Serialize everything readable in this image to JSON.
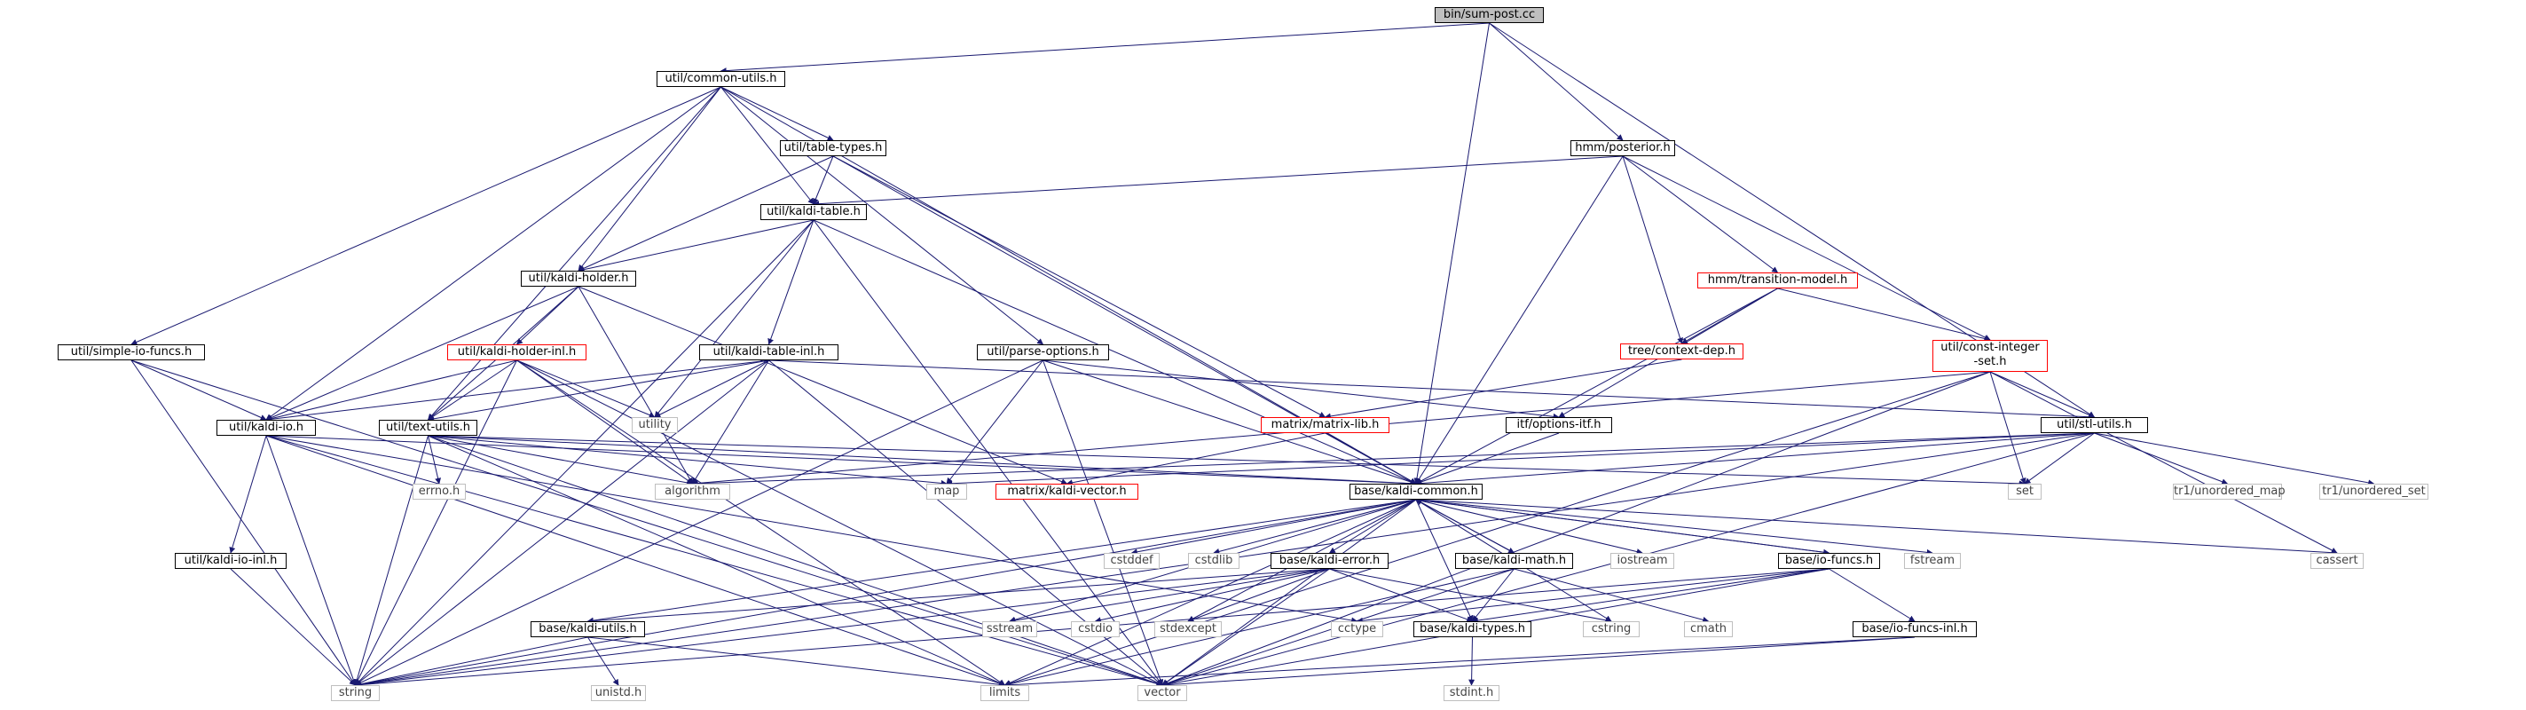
{
  "colors": {
    "edge": "#191970",
    "root_fill": "#bfbfbf",
    "warn_border": "#ff0000",
    "sys_border": "#bfbfbf"
  },
  "nodes": [
    {
      "id": "sum",
      "label": "bin/sum-post.cc",
      "kind": "root"
    },
    {
      "id": "common_utils",
      "label": "util/common-utils.h",
      "kind": "normal"
    },
    {
      "id": "posterior",
      "label": "hmm/posterior.h",
      "kind": "normal"
    },
    {
      "id": "table_types",
      "label": "util/table-types.h",
      "kind": "normal"
    },
    {
      "id": "kaldi_table",
      "label": "util/kaldi-table.h",
      "kind": "normal"
    },
    {
      "id": "kaldi_holder",
      "label": "util/kaldi-holder.h",
      "kind": "normal"
    },
    {
      "id": "transition_model",
      "label": "hmm/transition-model.h",
      "kind": "warn"
    },
    {
      "id": "context_dep",
      "label": "tree/context-dep.h",
      "kind": "warn"
    },
    {
      "id": "const_int_set",
      "label": "util/const-integer\n-set.h",
      "kind": "warn"
    },
    {
      "id": "simple_io",
      "label": "util/simple-io-funcs.h",
      "kind": "normal"
    },
    {
      "id": "holder_inl",
      "label": "util/kaldi-holder-inl.h",
      "kind": "warn"
    },
    {
      "id": "table_inl",
      "label": "util/kaldi-table-inl.h",
      "kind": "normal"
    },
    {
      "id": "parse_options",
      "label": "util/parse-options.h",
      "kind": "normal"
    },
    {
      "id": "matrix_lib",
      "label": "matrix/matrix-lib.h",
      "kind": "warn"
    },
    {
      "id": "options_itf",
      "label": "itf/options-itf.h",
      "kind": "normal"
    },
    {
      "id": "stl_utils",
      "label": "util/stl-utils.h",
      "kind": "normal"
    },
    {
      "id": "kaldi_io",
      "label": "util/kaldi-io.h",
      "kind": "normal"
    },
    {
      "id": "text_utils",
      "label": "util/text-utils.h",
      "kind": "normal"
    },
    {
      "id": "utility",
      "label": "utility",
      "kind": "sys"
    },
    {
      "id": "algorithm",
      "label": "algorithm",
      "kind": "sys"
    },
    {
      "id": "errno",
      "label": "errno.h",
      "kind": "sys"
    },
    {
      "id": "map",
      "label": "map",
      "kind": "sys"
    },
    {
      "id": "kaldi_vector",
      "label": "matrix/kaldi-vector.h",
      "kind": "warn"
    },
    {
      "id": "kaldi_common",
      "label": "base/kaldi-common.h",
      "kind": "normal"
    },
    {
      "id": "set",
      "label": "set",
      "kind": "sys"
    },
    {
      "id": "unordered_map",
      "label": "tr1/unordered_map",
      "kind": "sys"
    },
    {
      "id": "unordered_set",
      "label": "tr1/unordered_set",
      "kind": "sys"
    },
    {
      "id": "io_inl",
      "label": "util/kaldi-io-inl.h",
      "kind": "normal"
    },
    {
      "id": "cstddef",
      "label": "cstddef",
      "kind": "sys"
    },
    {
      "id": "cstdlib",
      "label": "cstdlib",
      "kind": "sys"
    },
    {
      "id": "kaldi_error",
      "label": "base/kaldi-error.h",
      "kind": "normal"
    },
    {
      "id": "kaldi_math",
      "label": "base/kaldi-math.h",
      "kind": "normal"
    },
    {
      "id": "iostream",
      "label": "iostream",
      "kind": "sys"
    },
    {
      "id": "io_funcs",
      "label": "base/io-funcs.h",
      "kind": "normal"
    },
    {
      "id": "fstream",
      "label": "fstream",
      "kind": "sys"
    },
    {
      "id": "cassert",
      "label": "cassert",
      "kind": "sys"
    },
    {
      "id": "sstream",
      "label": "sstream",
      "kind": "sys"
    },
    {
      "id": "cstdio",
      "label": "cstdio",
      "kind": "sys"
    },
    {
      "id": "stdexcept",
      "label": "stdexcept",
      "kind": "sys"
    },
    {
      "id": "cctype",
      "label": "cctype",
      "kind": "sys"
    },
    {
      "id": "cstring",
      "label": "cstring",
      "kind": "sys"
    },
    {
      "id": "cmath",
      "label": "cmath",
      "kind": "sys"
    },
    {
      "id": "kaldi_utils",
      "label": "base/kaldi-utils.h",
      "kind": "normal"
    },
    {
      "id": "kaldi_types",
      "label": "base/kaldi-types.h",
      "kind": "normal"
    },
    {
      "id": "io_funcs_inl",
      "label": "base/io-funcs-inl.h",
      "kind": "normal"
    },
    {
      "id": "string",
      "label": "string",
      "kind": "sys"
    },
    {
      "id": "unistd",
      "label": "unistd.h",
      "kind": "sys"
    },
    {
      "id": "limits",
      "label": "limits",
      "kind": "sys"
    },
    {
      "id": "vector",
      "label": "vector",
      "kind": "sys"
    },
    {
      "id": "stdint",
      "label": "stdint.h",
      "kind": "sys"
    }
  ],
  "edges": [
    [
      "sum",
      "common_utils"
    ],
    [
      "sum",
      "posterior"
    ],
    [
      "sum",
      "stl_utils"
    ],
    [
      "sum",
      "kaldi_common"
    ],
    [
      "common_utils",
      "table_types"
    ],
    [
      "common_utils",
      "kaldi_table"
    ],
    [
      "common_utils",
      "kaldi_holder"
    ],
    [
      "common_utils",
      "simple_io"
    ],
    [
      "common_utils",
      "parse_options"
    ],
    [
      "common_utils",
      "kaldi_io"
    ],
    [
      "common_utils",
      "text_utils"
    ],
    [
      "common_utils",
      "kaldi_common"
    ],
    [
      "posterior",
      "kaldi_table"
    ],
    [
      "posterior",
      "transition_model"
    ],
    [
      "posterior",
      "context_dep"
    ],
    [
      "posterior",
      "const_int_set"
    ],
    [
      "posterior",
      "kaldi_common"
    ],
    [
      "table_types",
      "kaldi_table"
    ],
    [
      "table_types",
      "kaldi_holder"
    ],
    [
      "table_types",
      "matrix_lib"
    ],
    [
      "table_types",
      "kaldi_common"
    ],
    [
      "kaldi_table",
      "kaldi_holder"
    ],
    [
      "kaldi_table",
      "table_inl"
    ],
    [
      "kaldi_table",
      "utility"
    ],
    [
      "kaldi_table",
      "kaldi_common"
    ],
    [
      "kaldi_table",
      "string"
    ],
    [
      "kaldi_table",
      "vector"
    ],
    [
      "kaldi_holder",
      "holder_inl"
    ],
    [
      "kaldi_holder",
      "kaldi_io"
    ],
    [
      "kaldi_holder",
      "text_utils"
    ],
    [
      "kaldi_holder",
      "algorithm"
    ],
    [
      "kaldi_holder",
      "kaldi_vector"
    ],
    [
      "transition_model",
      "context_dep"
    ],
    [
      "transition_model",
      "const_int_set"
    ],
    [
      "transition_model",
      "options_itf"
    ],
    [
      "transition_model",
      "kaldi_common"
    ],
    [
      "context_dep",
      "matrix_lib"
    ],
    [
      "const_int_set",
      "stl_utils"
    ],
    [
      "const_int_set",
      "set"
    ],
    [
      "const_int_set",
      "vector"
    ],
    [
      "const_int_set",
      "cassert"
    ],
    [
      "const_int_set",
      "limits"
    ],
    [
      "const_int_set",
      "algorithm"
    ],
    [
      "simple_io",
      "kaldi_io"
    ],
    [
      "simple_io",
      "string"
    ],
    [
      "simple_io",
      "vector"
    ],
    [
      "holder_inl",
      "kaldi_io"
    ],
    [
      "holder_inl",
      "text_utils"
    ],
    [
      "holder_inl",
      "utility"
    ],
    [
      "holder_inl",
      "algorithm"
    ],
    [
      "holder_inl",
      "string"
    ],
    [
      "holder_inl",
      "vector"
    ],
    [
      "holder_inl",
      "limits"
    ],
    [
      "table_inl",
      "kaldi_io"
    ],
    [
      "table_inl",
      "text_utils"
    ],
    [
      "table_inl",
      "utility"
    ],
    [
      "table_inl",
      "algorithm"
    ],
    [
      "table_inl",
      "stl_utils"
    ],
    [
      "table_inl",
      "string"
    ],
    [
      "table_inl",
      "vector"
    ],
    [
      "parse_options",
      "map"
    ],
    [
      "parse_options",
      "options_itf"
    ],
    [
      "parse_options",
      "kaldi_common"
    ],
    [
      "parse_options",
      "string"
    ],
    [
      "parse_options",
      "vector"
    ],
    [
      "matrix_lib",
      "kaldi_vector"
    ],
    [
      "matrix_lib",
      "kaldi_common"
    ],
    [
      "options_itf",
      "kaldi_common"
    ],
    [
      "stl_utils",
      "algorithm"
    ],
    [
      "stl_utils",
      "map"
    ],
    [
      "stl_utils",
      "set"
    ],
    [
      "stl_utils",
      "unordered_map"
    ],
    [
      "stl_utils",
      "unordered_set"
    ],
    [
      "stl_utils",
      "string"
    ],
    [
      "stl_utils",
      "vector"
    ],
    [
      "stl_utils",
      "kaldi_common"
    ],
    [
      "kaldi_io",
      "io_inl"
    ],
    [
      "kaldi_io",
      "kaldi_common"
    ],
    [
      "kaldi_io",
      "string"
    ],
    [
      "kaldi_io",
      "vector"
    ],
    [
      "kaldi_io",
      "cctype"
    ],
    [
      "kaldi_io",
      "limits"
    ],
    [
      "text_utils",
      "algorithm"
    ],
    [
      "text_utils",
      "map"
    ],
    [
      "text_utils",
      "set"
    ],
    [
      "text_utils",
      "errno"
    ],
    [
      "text_utils",
      "kaldi_common"
    ],
    [
      "text_utils",
      "string"
    ],
    [
      "text_utils",
      "vector"
    ],
    [
      "text_utils",
      "limits"
    ],
    [
      "io_inl",
      "string"
    ],
    [
      "kaldi_common",
      "cstddef"
    ],
    [
      "kaldi_common",
      "cstdlib"
    ],
    [
      "kaldi_common",
      "kaldi_error"
    ],
    [
      "kaldi_common",
      "kaldi_math"
    ],
    [
      "kaldi_common",
      "iostream"
    ],
    [
      "kaldi_common",
      "io_funcs"
    ],
    [
      "kaldi_common",
      "fstream"
    ],
    [
      "kaldi_common",
      "cassert"
    ],
    [
      "kaldi_common",
      "sstream"
    ],
    [
      "kaldi_common",
      "stdexcept"
    ],
    [
      "kaldi_common",
      "cstring"
    ],
    [
      "kaldi_common",
      "kaldi_utils"
    ],
    [
      "kaldi_common",
      "kaldi_types"
    ],
    [
      "kaldi_common",
      "string"
    ],
    [
      "kaldi_common",
      "vector"
    ],
    [
      "kaldi_common",
      "limits"
    ],
    [
      "kaldi_error",
      "kaldi_types"
    ],
    [
      "kaldi_error",
      "kaldi_utils"
    ],
    [
      "kaldi_error",
      "sstream"
    ],
    [
      "kaldi_error",
      "cstdio"
    ],
    [
      "kaldi_error",
      "stdexcept"
    ],
    [
      "kaldi_error",
      "cstring"
    ],
    [
      "kaldi_error",
      "string"
    ],
    [
      "kaldi_error",
      "vector"
    ],
    [
      "kaldi_math",
      "kaldi_common"
    ],
    [
      "kaldi_math",
      "kaldi_types"
    ],
    [
      "kaldi_math",
      "cmath"
    ],
    [
      "kaldi_math",
      "limits"
    ],
    [
      "kaldi_math",
      "vector"
    ],
    [
      "io_funcs",
      "kaldi_common"
    ],
    [
      "io_funcs",
      "io_funcs_inl"
    ],
    [
      "io_funcs",
      "kaldi_types"
    ],
    [
      "io_funcs",
      "cctype"
    ],
    [
      "io_funcs",
      "string"
    ],
    [
      "io_funcs",
      "vector"
    ],
    [
      "io_funcs_inl",
      "limits"
    ],
    [
      "io_funcs_inl",
      "vector"
    ],
    [
      "kaldi_utils",
      "unistd"
    ],
    [
      "kaldi_utils",
      "string"
    ],
    [
      "kaldi_utils",
      "limits"
    ],
    [
      "kaldi_types",
      "stdint"
    ]
  ]
}
